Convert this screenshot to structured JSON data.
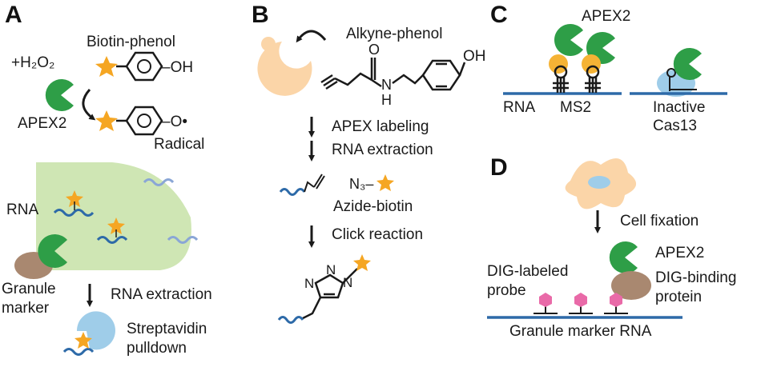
{
  "colors": {
    "apex_green": "#2e9e47",
    "star_orange": "#f5a623",
    "granule_green": "#cfe6b4",
    "rna_blue": "#2d6aa8",
    "rna_light": "#8aa6d6",
    "marker_brown": "#a98870",
    "strep_blue": "#9fcde9",
    "peach": "#fbd5a8",
    "dig_pink": "#e96aa8",
    "ms2_orange": "#f5b335",
    "dark": "#1a1a1a"
  },
  "panel_a": {
    "letter": "A",
    "h2o2": "+H₂O₂",
    "biotin_phenol": "Biotin-phenol",
    "oh": "–OH",
    "o_radical": "–O•",
    "apex2": "APEX2",
    "radical": "Radical",
    "rna": "RNA",
    "granule_marker_1": "Granule",
    "granule_marker_2": "marker",
    "rna_extraction": "RNA extraction",
    "streptavidin_1": "Streptavidin",
    "streptavidin_2": "pulldown"
  },
  "panel_b": {
    "letter": "B",
    "alkyne_phenol": "Alkyne-phenol",
    "oh": "OH",
    "o": "O",
    "nh": "N",
    "h": "H",
    "apex_labeling": "APEX labeling",
    "rna_extraction": "RNA extraction",
    "n3": "N₃–",
    "azide_biotin": "Azide-biotin",
    "click_reaction": "Click reaction",
    "triazole_n1": "N",
    "triazole_n2": "N",
    "triazole_n3": "N"
  },
  "panel_c": {
    "letter": "C",
    "apex2": "APEX2",
    "rna": "RNA",
    "ms2": "MS2",
    "inactive_1": "Inactive",
    "inactive_2": "Cas13"
  },
  "panel_d": {
    "letter": "D",
    "cell_fixation": "Cell fixation",
    "apex2": "APEX2",
    "dig_probe_1": "DIG-labeled",
    "dig_probe_2": "probe",
    "dig_binding_1": "DIG-binding",
    "dig_binding_2": "protein",
    "granule_marker_rna": "Granule marker RNA"
  }
}
